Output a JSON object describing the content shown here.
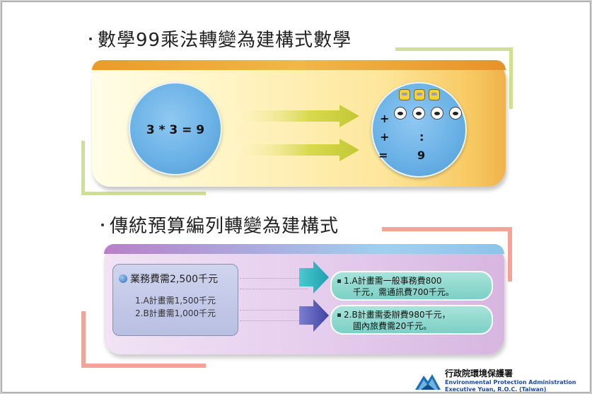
{
  "section1": {
    "heading": "數學99乘法轉變為建構式數學",
    "equation": "3 * 3 = 9",
    "ops": {
      "plus1": "+",
      "plus2": "+",
      "equals": "=",
      "dots": ":",
      "result": "9"
    }
  },
  "section2": {
    "heading": "傳統預算編列轉變為建構式",
    "left": {
      "title": "業務費需2,500千元",
      "line1": "1.A計畫需1,500千元",
      "line2": "2.B計畫需1,000千元"
    },
    "right": [
      {
        "line1": "1.A計畫需一般事務費800",
        "line2": "千元，需通訊費700千元。"
      },
      {
        "line1": "2.B計畫需委辦費980千元，",
        "line2": "國內旅費需20千元。"
      }
    ]
  },
  "logo": {
    "zh": "行政院環境保護署",
    "en1": "Environmental Protection Administration",
    "en2": "Executive Yuan, R.O.C. (Taiwan)"
  },
  "colors": {
    "green_accent": "#cfe08f",
    "salmon_accent": "#f4a497",
    "circle_blue": "#6bb2e6",
    "arrow_teal": "#2fb7c2",
    "arrow_purple": "#5b5fb8"
  }
}
